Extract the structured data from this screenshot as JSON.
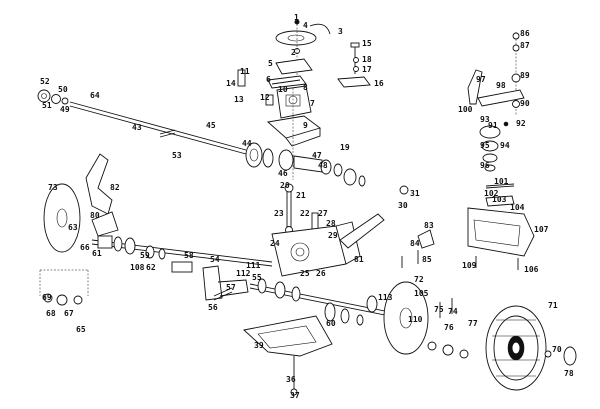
{
  "parts": [
    "1",
    "2",
    "3",
    "4",
    "5",
    "6",
    "7",
    "8",
    "9",
    "10",
    "11",
    "12",
    "13",
    "14",
    "15",
    "16",
    "17",
    "18",
    "19",
    "20",
    "21",
    "22",
    "23",
    "24",
    "25",
    "26",
    "27",
    "28",
    "29",
    "30",
    "31",
    "36",
    "37",
    "39",
    "43",
    "44",
    "45",
    "46",
    "47",
    "48",
    "49",
    "50",
    "51",
    "52",
    "53",
    "54",
    "55",
    "56",
    "57",
    "58",
    "59",
    "60",
    "61",
    "62",
    "63",
    "64",
    "65",
    "66",
    "67",
    "68",
    "69",
    "70",
    "71",
    "72",
    "73",
    "74",
    "75",
    "76",
    "77",
    "78",
    "80",
    "81",
    "82",
    "83",
    "84",
    "85",
    "86",
    "87",
    "89",
    "90",
    "91",
    "92",
    "93",
    "94",
    "95",
    "96",
    "97",
    "98",
    "100",
    "101",
    "102",
    "103",
    "104",
    "105",
    "106",
    "107",
    "108",
    "109",
    "110",
    "111",
    "112",
    "113"
  ],
  "colors": {
    "ink": "#111111",
    "paper": "#ffffff"
  }
}
